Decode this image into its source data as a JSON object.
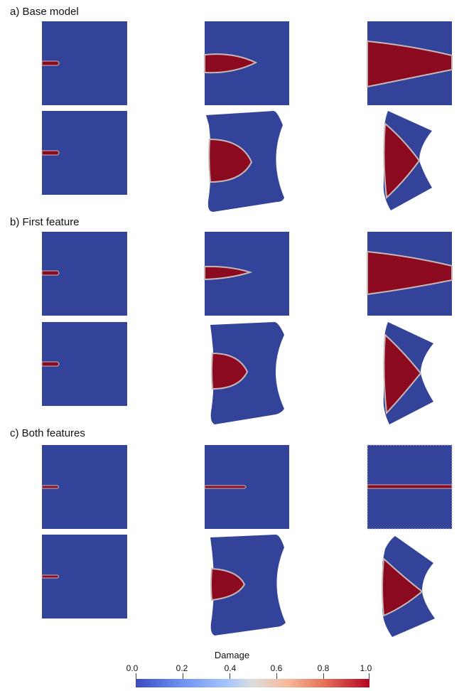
{
  "sections": [
    {
      "label": "a) Base model"
    },
    {
      "label": "b) First feature"
    },
    {
      "label": "c) Both features"
    }
  ],
  "colors": {
    "intact": "#34439a",
    "damaged": "#8b0a1f",
    "edge": "#c9b7b7"
  },
  "colorbar": {
    "title": "Damage",
    "ticks": [
      "0.0",
      "0.2",
      "0.4",
      "0.6",
      "0.8",
      "1.0"
    ],
    "min": 0.0,
    "max": 1.0
  }
}
